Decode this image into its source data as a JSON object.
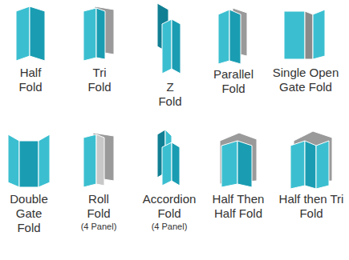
{
  "diagram": {
    "labels": [
      "Half Fold",
      "Tri Fold",
      "Z Fold",
      "Parallel Fold",
      "Single Open Gate Fold",
      "Double Gate Fold",
      "Roll Fold",
      "(4 Panel)",
      "Accordion Fold",
      "(4 Panel)",
      "Half Then Half Fold",
      "Half then Tri Fold"
    ]
  }
}
